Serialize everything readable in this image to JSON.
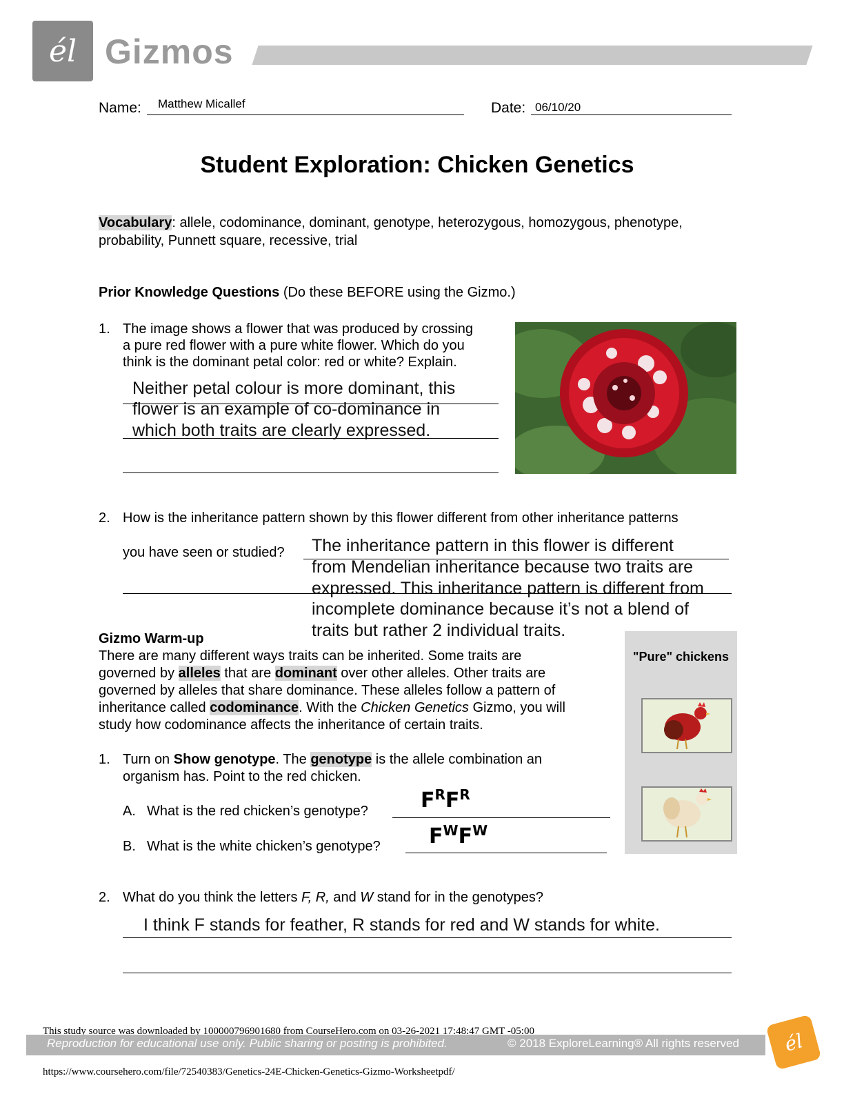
{
  "header": {
    "logo_glyph": "él",
    "brand": "Gizmos"
  },
  "form": {
    "name_label": "Name:",
    "name_value": "Matthew Micallef",
    "date_label": "Date:",
    "date_value": "06/10/20"
  },
  "title": "Student Exploration: Chicken Genetics",
  "vocabulary": {
    "label": "Vocabulary",
    "line1": ": allele, codominance, dominant, genotype, heterozygous, homozygous, phenotype,",
    "line2": "probability, Punnett square, recessive, trial"
  },
  "prior": {
    "heading": "Prior Knowledge Questions",
    "heading_note": " (Do these BEFORE using the Gizmo.)",
    "q1_num": "1.",
    "q1_lines": [
      "The image shows a flower that was produced by crossing",
      "a pure red flower with a pure white flower. Which do you",
      "think is the dominant petal color: red or white? Explain."
    ],
    "q1_answer": [
      "Neither petal colour is more dominant, this",
      "flower is an example of co-dominance in",
      "which both traits are clearly expressed."
    ],
    "q2_num": "2.",
    "q2_line1": "How is the inheritance pattern shown by this flower different from other inheritance patterns",
    "q2_line2": "you have seen or studied?",
    "q2_answer": [
      "The inheritance pattern in this flower is different",
      "from Mendelian inheritance because two traits are",
      "expressed. This inheritance pattern is different from",
      "incomplete dominance because it’s not a blend of",
      "traits but rather 2 individual traits."
    ]
  },
  "warmup": {
    "heading": "Gizmo Warm-up",
    "p_line1": "There are many different ways traits can be inherited. Some traits are",
    "p_line2_a": "governed by ",
    "alleles": "alleles",
    "p_line2_b": " that are ",
    "dominant": "dominant",
    "p_line2_c": " over other alleles. Other traits are",
    "p_line3": "governed by alleles that share dominance. These alleles follow a pattern of",
    "p_line4_a": "inheritance called ",
    "codominance": "codominance",
    "p_line4_b": ". With the ",
    "gizmo_name": "Chicken Genetics",
    "p_line4_c": " Gizmo, you will",
    "p_line5": "study how codominance affects the inheritance of certain traits.",
    "q1_num": "1.",
    "q1_a": "Turn on ",
    "show_genotype": "Show genotype",
    "q1_b": ". The ",
    "genotype": "genotype",
    "q1_c": " is the allele combination an",
    "q1_line2": "organism has. Point to the red chicken.",
    "qA": "A.",
    "qA_text": "What is the red chicken’s genotype?",
    "qA_answer": "F",
    "qA_sup1": "R",
    "qA_answer2": "F",
    "qA_sup2": "R",
    "qB": "B.",
    "qB_text": "What is the white chicken’s genotype?",
    "qB_answer": "F",
    "qB_sup1": "W",
    "qB_answer2": "F",
    "qB_sup2": "W",
    "q2_num": "2.",
    "q2_a": "What do you think the letters ",
    "q2_letters": "F, R,",
    "q2_b": " and ",
    "q2_w": "W",
    "q2_c": " stand for in the genotypes?",
    "q2_answer": "I think F stands for feather, R stands for red and W stands for white."
  },
  "panel": {
    "title": "\"Pure\" chickens"
  },
  "footer": {
    "download_note": "This study source was downloaded by 100000796901680 from CourseHero.com on 03-26-2021 17:48:47 GMT -05:00",
    "reproduction": "Reproduction for educational use only. Public sharing or posting is prohibited.",
    "copyright": "© 2018 ExploreLearning® All rights reserved",
    "url": "https://www.coursehero.com/file/72540383/Genetics-24E-Chicken-Genetics-Gizmo-Worksheetpdf/"
  }
}
